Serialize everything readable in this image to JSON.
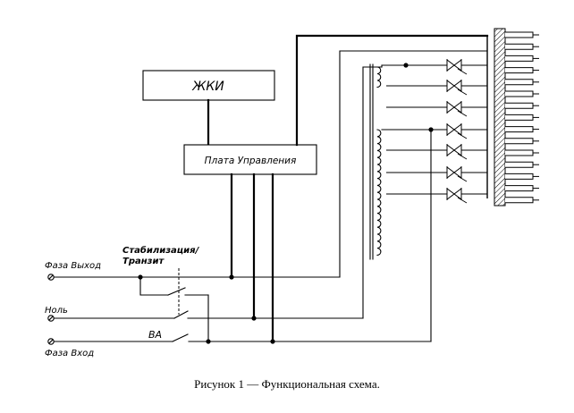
{
  "blocks": {
    "display": "ЖКИ",
    "controller": "Плата Управления"
  },
  "switches": {
    "mode": "Стабилизация/\nТранзит",
    "mode_line1": "Стабилизация/",
    "mode_line2": "Транзит",
    "breaker": "ВА"
  },
  "terminals": {
    "phase_out": "Фаза Выход",
    "neutral": "Ноль",
    "phase_in": "Фаза Вход"
  },
  "diagram": {
    "triac_count": 7,
    "transformer_windings": {
      "upper": 3,
      "lower": 18
    },
    "heatsink_fins": 15
  },
  "caption": "Рисунок 1 — Функциональная схема."
}
